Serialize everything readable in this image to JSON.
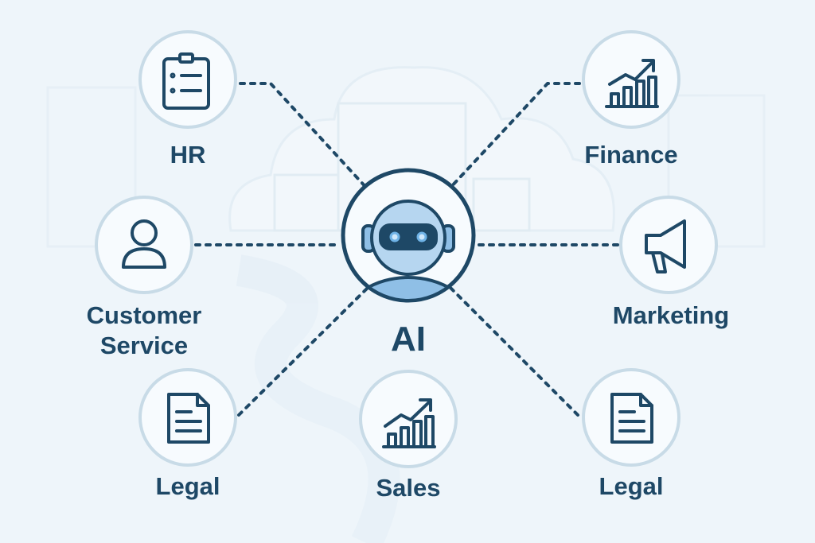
{
  "colors": {
    "ink": "#1e4866",
    "node_border": "#c8dbe7",
    "node_fill": "#f7fbfe",
    "robot_fill": "#8fbfe6",
    "robot_light": "#b6d6f0",
    "background": "#eef5fa"
  },
  "center": {
    "label": "AI",
    "icon": "robot-icon"
  },
  "nodes": [
    {
      "id": "hr",
      "label": "HR",
      "icon": "clipboard-icon"
    },
    {
      "id": "finance",
      "label": "Finance",
      "icon": "growth-chart-icon"
    },
    {
      "id": "customer-service",
      "label_line1": "Customer",
      "label_line2": "Service",
      "icon": "user-icon"
    },
    {
      "id": "marketing",
      "label": "Marketing",
      "icon": "megaphone-icon"
    },
    {
      "id": "legal-left",
      "label": "Legal",
      "icon": "document-icon"
    },
    {
      "id": "sales",
      "label": "Sales",
      "icon": "growth-chart-icon"
    },
    {
      "id": "legal-right",
      "label": "Legal",
      "icon": "document-icon"
    }
  ]
}
